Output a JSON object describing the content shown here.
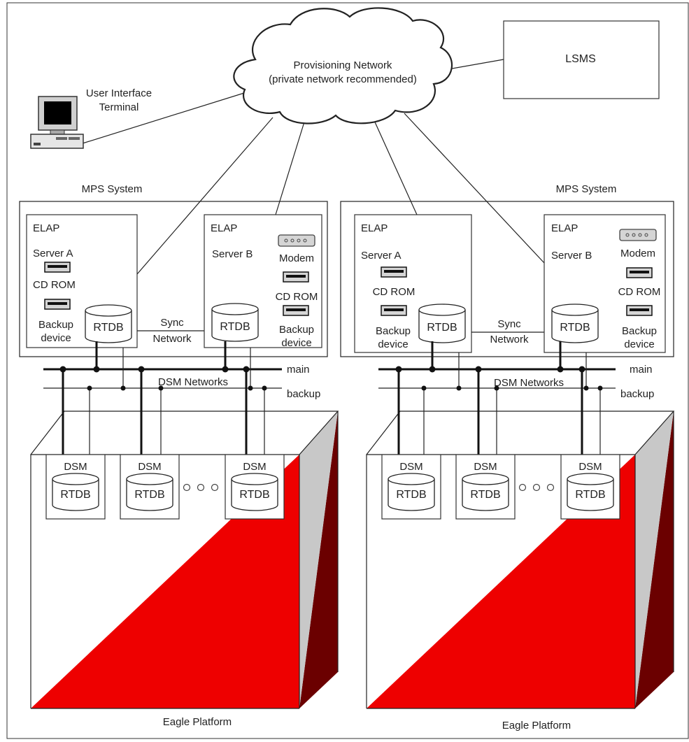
{
  "diagram": {
    "cloud": {
      "line1": "Provisioning Network",
      "line2": "(private network recommended)"
    },
    "lsms": "LSMS",
    "terminal": {
      "line1": "User Interface",
      "line2": "Terminal"
    },
    "systems": [
      {
        "title": "MPS System",
        "server_a": {
          "elap": "ELAP",
          "name": "Server A",
          "cdrom": "CD ROM",
          "backup1": "Backup",
          "backup2": "device",
          "rtdb": "RTDB"
        },
        "sync1": "Sync",
        "sync2": "Network",
        "server_b": {
          "elap": "ELAP",
          "name": "Server B",
          "modem": "Modem",
          "cdrom": "CD ROM",
          "backup1": "Backup",
          "backup2": "device",
          "rtdb": "RTDB"
        },
        "net_main": "main",
        "net_label": "DSM Networks",
        "net_backup": "backup",
        "dsm": [
          {
            "label": "DSM",
            "rtdb": "RTDB"
          },
          {
            "label": "DSM",
            "rtdb": "RTDB"
          },
          {
            "label": "DSM",
            "rtdb": "RTDB"
          }
        ],
        "platform": "Eagle Platform"
      },
      {
        "title": "MPS System",
        "server_a": {
          "elap": "ELAP",
          "name": "Server A",
          "cdrom": "CD ROM",
          "backup1": "Backup",
          "backup2": "device",
          "rtdb": "RTDB"
        },
        "sync1": "Sync",
        "sync2": "Network",
        "server_b": {
          "elap": "ELAP",
          "name": "Server B",
          "modem": "Modem",
          "cdrom": "CD ROM",
          "backup1": "Backup",
          "backup2": "device",
          "rtdb": "RTDB"
        },
        "net_main": "main",
        "net_label": "DSM Networks",
        "net_backup": "backup",
        "dsm": [
          {
            "label": "DSM",
            "rtdb": "RTDB"
          },
          {
            "label": "DSM",
            "rtdb": "RTDB"
          },
          {
            "label": "DSM",
            "rtdb": "RTDB"
          }
        ],
        "platform": "Eagle Platform"
      }
    ],
    "colors": {
      "platform_red": "#ee0000",
      "platform_dark_red": "#6b0000",
      "platform_grey": "#c8c8c8"
    }
  }
}
